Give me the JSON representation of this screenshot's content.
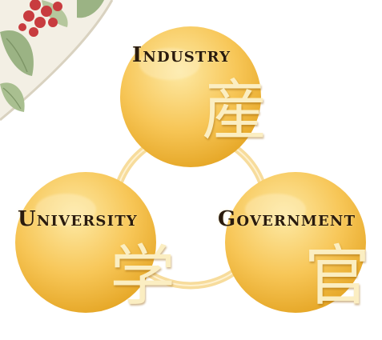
{
  "diagram": {
    "nodes": [
      {
        "id": "industry",
        "label": "Industry",
        "kanji": "産"
      },
      {
        "id": "university",
        "label": "University",
        "kanji": "学"
      },
      {
        "id": "government",
        "label": "Government",
        "kanji": "官"
      }
    ],
    "ring_links": [
      [
        "industry",
        "university"
      ],
      [
        "industry",
        "government"
      ],
      [
        "university",
        "government"
      ]
    ]
  },
  "colors": {
    "circle_light": "#fde9a4",
    "circle_mid": "#f7c657",
    "circle_dark": "#e3a21f",
    "ring": "#f6d891",
    "leaf": "#9bb384",
    "berry": "#c83c3f",
    "label_text": "#2a1b0e",
    "kanji_text": "#fbeec2"
  },
  "decoration": "leaf-and-berries"
}
